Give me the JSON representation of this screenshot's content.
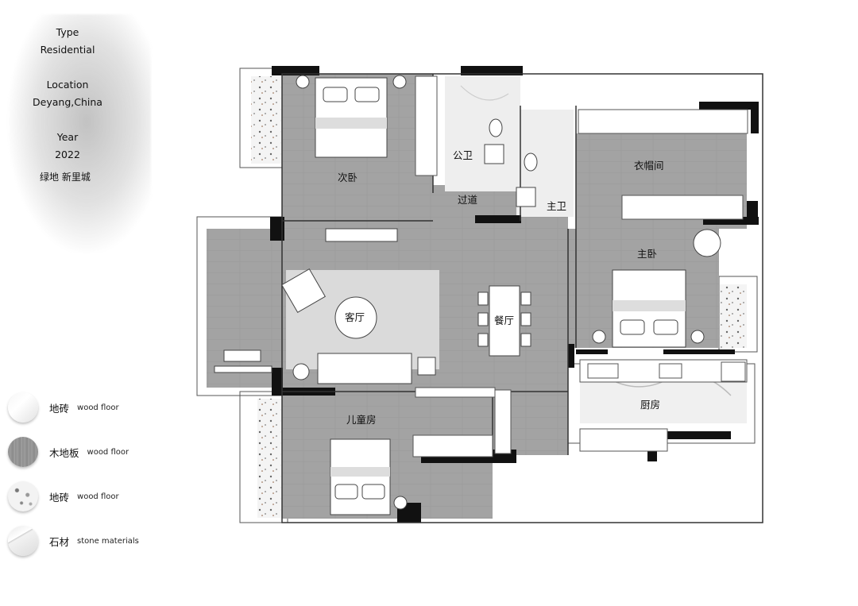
{
  "info": {
    "type_label": "Type",
    "type_value": "Residential",
    "location_label": "Location",
    "location_value": "Deyang,China",
    "year_label": "Year",
    "year_value": "2022",
    "project_name": "绿地 新里城"
  },
  "legend": [
    {
      "cn": "地砖",
      "en": "wood floor",
      "swatch": "tile"
    },
    {
      "cn": "木地板",
      "en": "wood floor",
      "swatch": "wood"
    },
    {
      "cn": "地砖",
      "en": "wood floor",
      "swatch": "terrazzo"
    },
    {
      "cn": "石材",
      "en": "stone materials",
      "swatch": "stone"
    }
  ],
  "rooms": {
    "second_bedroom": "次卧",
    "public_bath": "公卫",
    "corridor": "过道",
    "master_bath": "主卫",
    "cloakroom": "衣帽间",
    "master_bedroom": "主卧",
    "living_room": "客厅",
    "dining_room": "餐厅",
    "kids_room": "儿童房",
    "kitchen": "厨房"
  },
  "colors": {
    "wood": "#a2a2a2",
    "tile": "#f1f1f1",
    "rug": "#dcdcdc",
    "wall": "#111111",
    "furniture": "#ffffff"
  }
}
